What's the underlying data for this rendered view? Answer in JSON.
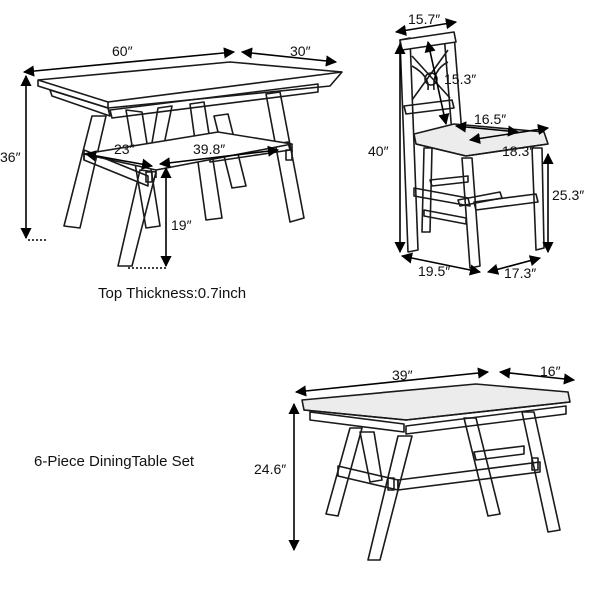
{
  "table": {
    "length": "60″",
    "width": "30″",
    "height": "36″",
    "leg_span": "23″",
    "shelf_length": "39.8″",
    "shelf_height": "19″"
  },
  "chair": {
    "back_width": "15.7″",
    "back_height": "15.3″",
    "seat_width": "16.5″",
    "seat_depth": "18.3″",
    "total_height": "40″",
    "seat_height": "25.3″",
    "base_width": "19.5″",
    "base_depth": "17.3″"
  },
  "bench": {
    "length": "39″",
    "depth": "16″",
    "height": "24.6″"
  },
  "captions": {
    "top_thickness": "Top Thickness:0.7inch",
    "set_name": "6-Piece DiningTable Set"
  },
  "colors": {
    "outline": "#1a1a1a",
    "cushion": "#e9e9e9"
  }
}
